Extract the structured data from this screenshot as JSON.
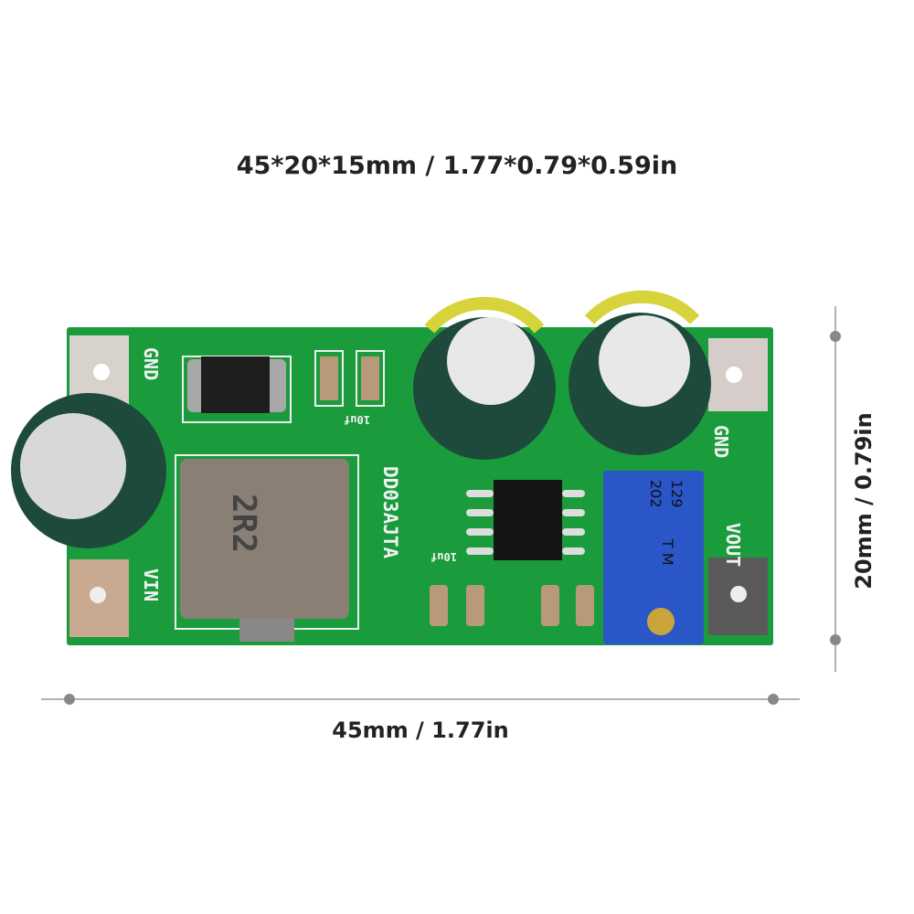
{
  "title": "45*20*15mm / 1.77*0.79*0.59in",
  "dimensions": {
    "width_label": "45mm / 1.77in",
    "height_label": "20mm / 0.79in"
  },
  "board": {
    "silkscreen": {
      "gnd_left": "GND",
      "vin": "VIN",
      "gnd_right": "GND",
      "vout": "VOUT",
      "model": "DD03AJTA",
      "cap_top": "10uf",
      "cap_bottom": "10uf",
      "inductor": "2R2",
      "pot_line1": "129",
      "pot_line2": "202",
      "pot_line3": "T M"
    },
    "colors": {
      "pcb": "#1b9c3c",
      "capacitor": "#1d4a3a",
      "pot": "#2a56c8"
    }
  }
}
